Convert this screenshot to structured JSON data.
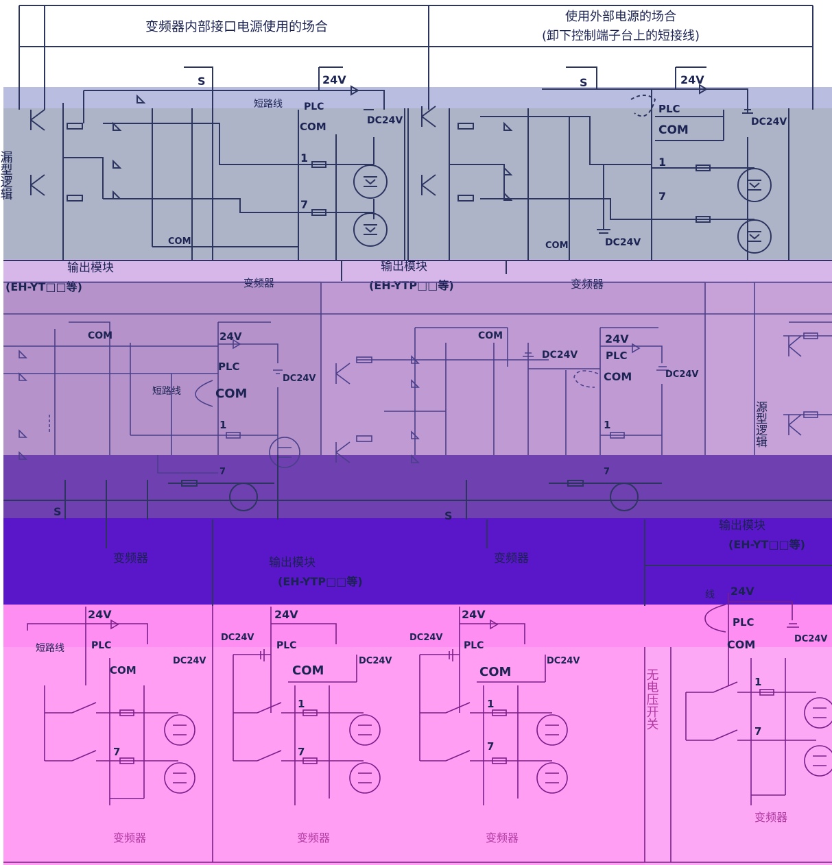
{
  "header": {
    "col1": "变频器内部接口电源使用的场合",
    "col2_line1": "使用外部电源的场合",
    "col2_line2": "(卸下控制端子台上的短接线)"
  },
  "sink": {
    "side_label": "漏型逻辑",
    "left": {
      "s": "S",
      "v24": "24V",
      "shorting": "短路线",
      "plc": "PLC",
      "com": "COM",
      "dc24v": "DC24V",
      "t1": "1",
      "t7": "7",
      "com2": "COM",
      "module": "输出模块",
      "module_model": "(EH-YT□□等)",
      "inverter": "变频器"
    },
    "right": {
      "s": "S",
      "v24": "24V",
      "plc": "PLC",
      "com": "COM",
      "dc24v": "DC24V",
      "t1": "1",
      "t7": "7",
      "com2": "COM",
      "dc24v_bottom": "DC24V",
      "module": "输出模块",
      "module_model": "(EH-YTP□□等)",
      "inverter": "变频器"
    }
  },
  "source": {
    "side_label": "源型逻辑",
    "left": {
      "com_top": "COM",
      "v24": "24V",
      "plc": "PLC",
      "dc24v": "DC24V",
      "shorting": "短路线",
      "com": "COM",
      "t1": "1",
      "t7": "7",
      "s": "S",
      "inverter": "变频器"
    },
    "right": {
      "com_top": "COM",
      "dc24v_left": "DC24V",
      "v24": "24V",
      "plc": "PLC",
      "com": "COM",
      "dc24v": "DC24V",
      "t1": "1",
      "t7": "7",
      "s": "S",
      "module": "输出模块",
      "module_model": "(EH-YTP□□等)",
      "inverter": "变频器"
    },
    "far_right": {
      "module": "输出模块",
      "module_model": "(EH-YT□□等)"
    }
  },
  "contact": {
    "side_label": "无电压开关",
    "p1": {
      "v24": "24V",
      "shorting": "短路线",
      "plc": "PLC",
      "com": "COM",
      "dc24v": "DC24V",
      "t7": "7",
      "inverter": "变频器"
    },
    "p2": {
      "v24": "24V",
      "dc24v_left": "DC24V",
      "plc": "PLC",
      "com": "COM",
      "dc24v": "DC24V",
      "t1": "1",
      "t7": "7",
      "inverter": "变频器"
    },
    "p3": {
      "v24": "24V",
      "dc24v_left": "DC24V",
      "plc": "PLC",
      "com": "COM",
      "dc24v": "DC24V",
      "t1": "1",
      "t7": "7",
      "inverter": "变频器"
    },
    "p4": {
      "shorting_tail": "线",
      "v24": "24V",
      "plc": "PLC",
      "com": "COM",
      "dc24v": "DC24V",
      "t1": "1",
      "t7": "7",
      "inverter": "变频器"
    }
  },
  "colors": {
    "band_sink": "#aeb4c8",
    "band_sink_top": "#b9bee0",
    "band_source": "#b592c9",
    "band_source_light": "#c8a6de",
    "band_dark_purple": "#6f40b0",
    "band_indigo": "#5a17c9",
    "band_magenta": "#ff8ef2",
    "band_magenta_light": "#fe9cf1",
    "wire": "#2c3560"
  }
}
